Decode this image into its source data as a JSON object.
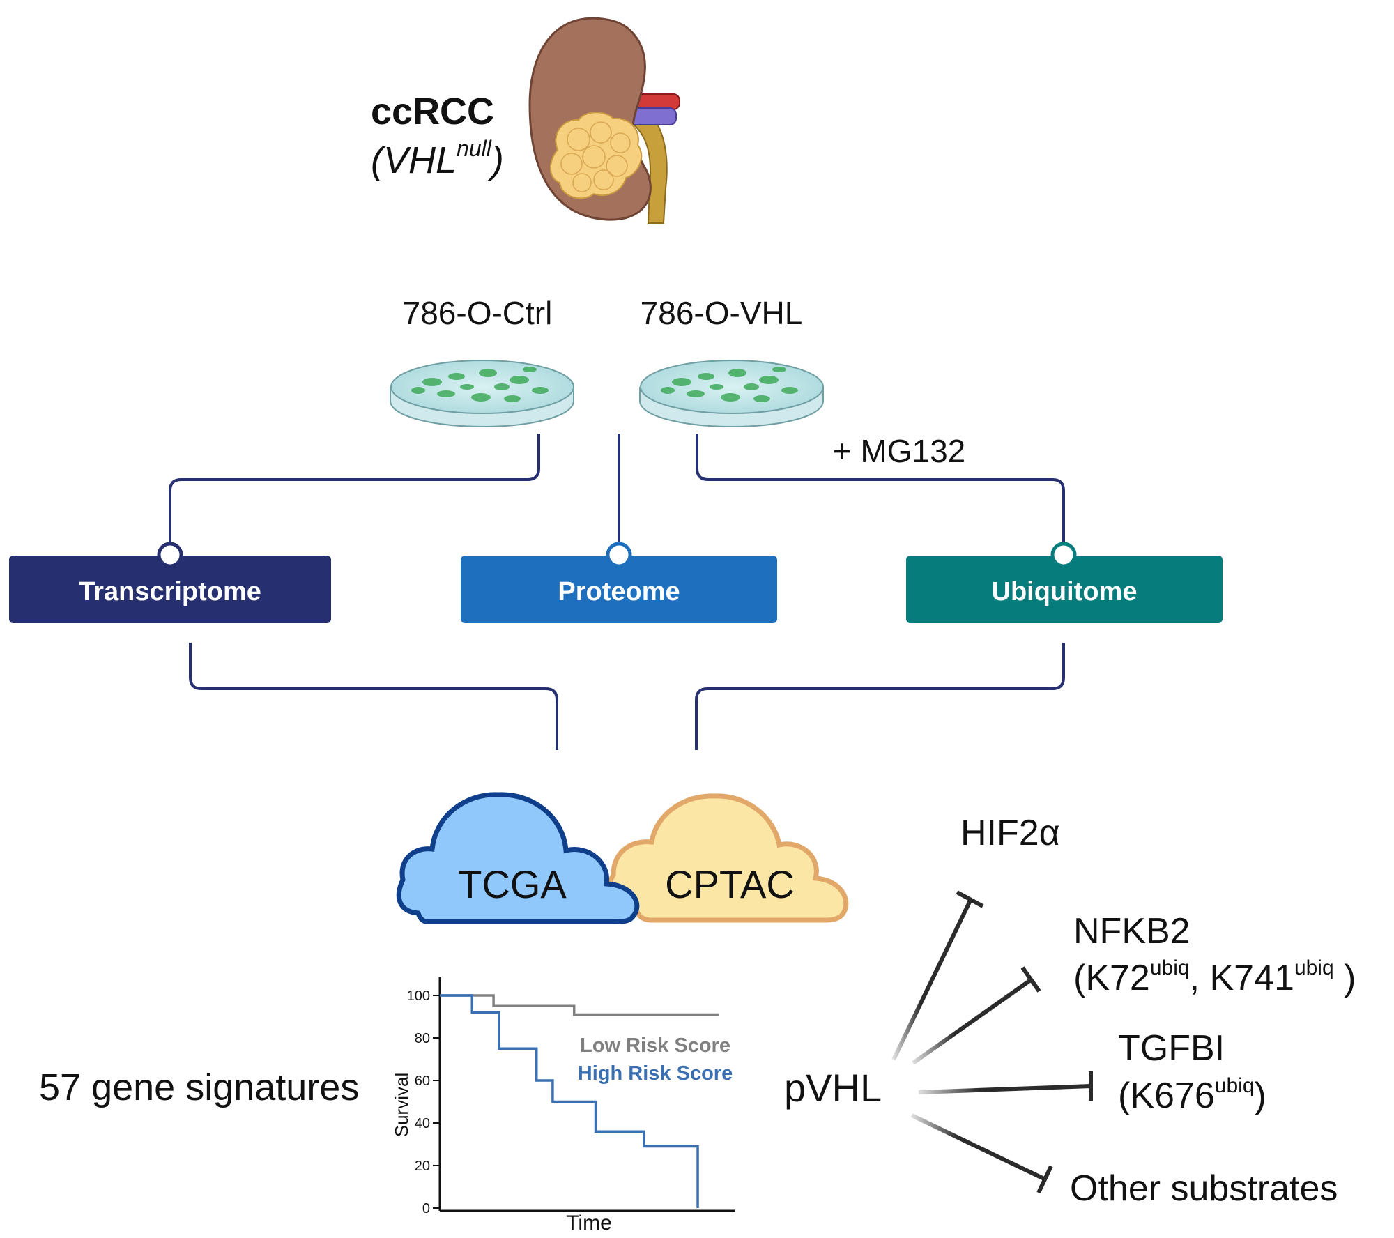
{
  "kidney": {
    "title": "ccRCC",
    "genotype_base": "VHL",
    "genotype_sup": "null",
    "paren_open": "(",
    "paren_close": ")"
  },
  "cell_lines": [
    {
      "label": "786-O-Ctrl"
    },
    {
      "label": "786-O-VHL"
    }
  ],
  "treatment": "+ MG132",
  "omics": [
    {
      "label": "Transcriptome",
      "color": "#262f6f"
    },
    {
      "label": "Proteome",
      "color": "#1f6fbf"
    },
    {
      "label": "Ubiquitome",
      "color": "#067c7c"
    }
  ],
  "databases": [
    {
      "label": "TCGA",
      "fill": "#90c8fb",
      "stroke": "#0f3e8a"
    },
    {
      "label": "CPTAC",
      "fill": "#fbe6a6",
      "stroke": "#e2a86a"
    }
  ],
  "signature_text": "57 gene signatures",
  "survival_chart": {
    "chart_data": {
      "type": "line",
      "xlabel": "Time",
      "ylabel": "Survival",
      "ylim": [
        0,
        100
      ],
      "yticks": [
        "0",
        "20",
        "40",
        "60",
        "80",
        "100"
      ],
      "series": [
        {
          "name": "Low Risk Score",
          "color": "#808080",
          "points": [
            [
              0,
              100
            ],
            [
              2,
              100
            ],
            [
              2,
              95
            ],
            [
              5,
              95
            ],
            [
              5,
              91
            ],
            [
              10.4,
              91
            ]
          ]
        },
        {
          "name": "High Risk Score",
          "color": "#3a6fb2",
          "points": [
            [
              0,
              100
            ],
            [
              1.2,
              100
            ],
            [
              1.2,
              92
            ],
            [
              2.2,
              92
            ],
            [
              2.2,
              75
            ],
            [
              3.6,
              75
            ],
            [
              3.6,
              60
            ],
            [
              4.2,
              60
            ],
            [
              4.2,
              50
            ],
            [
              5.8,
              50
            ],
            [
              5.8,
              36
            ],
            [
              7.6,
              36
            ],
            [
              7.6,
              29
            ],
            [
              9.6,
              29
            ],
            [
              9.6,
              0
            ]
          ]
        }
      ]
    }
  },
  "pvhl": {
    "label": "pVHL",
    "targets": [
      {
        "name": "HIF2α"
      },
      {
        "name": "NFKB2",
        "sites": [
          {
            "base": "K72",
            "sup": "ubiq"
          },
          {
            "base": "K741",
            "sup": "ubiq"
          }
        ]
      },
      {
        "name": "TGFBI",
        "sites": [
          {
            "base": "K676",
            "sup": "ubiq"
          }
        ]
      },
      {
        "name": "Other substrates"
      }
    ]
  }
}
